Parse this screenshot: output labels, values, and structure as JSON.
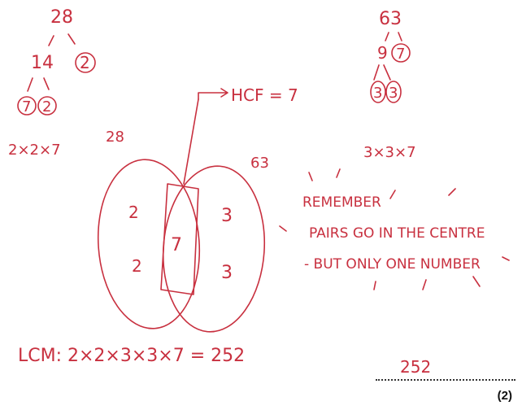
{
  "tree28": {
    "root": "28",
    "child": "14",
    "leaf_circled": "2",
    "leaf_a": "7",
    "leaf_b": "2",
    "product": "2×2×7"
  },
  "tree63": {
    "root": "63",
    "child": "9",
    "leaf_circled": "7",
    "leaf_a": "3",
    "leaf_b": "3",
    "product": "3×3×7"
  },
  "venn": {
    "left_label": "28",
    "right_label": "63",
    "left_top": "2",
    "left_bottom": "2",
    "center": "7",
    "right_top": "3",
    "right_bottom": "3"
  },
  "hcf": "HCF = 7",
  "note": {
    "line1": "REMEMBER",
    "line2": "PAIRS GO IN THE CENTRE",
    "line3": "- BUT ONLY ONE NUMBER"
  },
  "lcm": "LCM: 2×2×3×3×7 = 252",
  "answer": "252",
  "marks": "(2)",
  "colors": {
    "ink": "#c8303f",
    "text": "#111111"
  }
}
